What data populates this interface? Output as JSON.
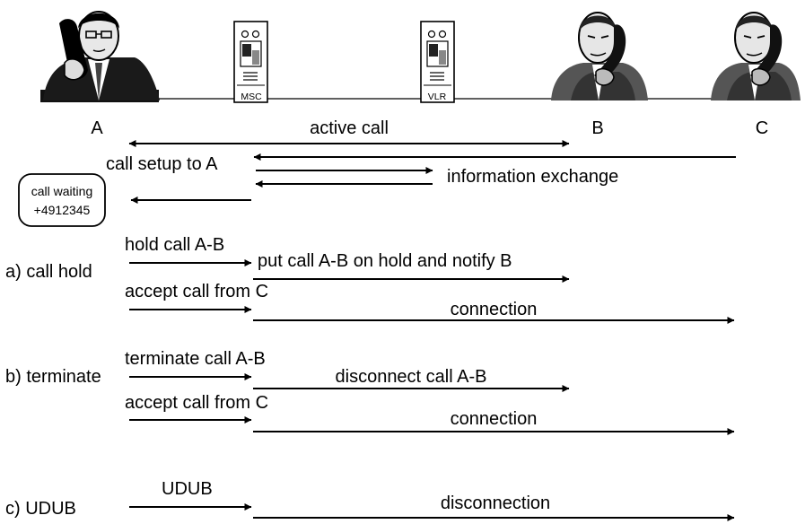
{
  "entities": {
    "a": "A",
    "msc": "MSC",
    "vlr": "VLR",
    "b": "B",
    "c": "C"
  },
  "phone_display": {
    "line1": "call waiting",
    "line2": "+4912345"
  },
  "labels": {
    "active_call": "active call",
    "call_setup": "call setup to A",
    "information_exchange": "information exchange",
    "a_call_hold": "a) call hold",
    "hold_call": "hold call A-B",
    "put_on_hold": "put call A-B on hold and notify B",
    "accept_call_1": "accept call from C",
    "connection_1": "connection",
    "b_terminate": "b) terminate",
    "terminate_call": "terminate call A-B",
    "disconnect_call": "disconnect call A-B",
    "accept_call_2": "accept call from C",
    "connection_2": "connection",
    "c_udub": "c) UDUB",
    "udub": "UDUB",
    "disconnection": "disconnection"
  }
}
